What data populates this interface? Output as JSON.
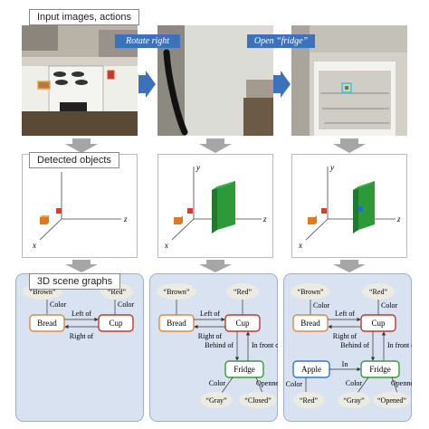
{
  "sections": {
    "input": "Input images, actions",
    "detected": "Detected objects",
    "scene": "3D scene graphs"
  },
  "actions": [
    "Rotate right",
    "Open “fridge”"
  ],
  "axes": {
    "x": "x",
    "y": "y",
    "z": "z"
  },
  "graphs": {
    "g1": {
      "brown": "“Brown”",
      "red": "“Red”",
      "bread": "Bread",
      "cup": "Cup",
      "color_l": "Color",
      "color_r": "Color",
      "left_of": "Left of",
      "right_of": "Right of"
    },
    "g2": {
      "brown": "“Brown”",
      "red": "“Red”",
      "bread": "Bread",
      "cup": "Cup",
      "fridge": "Fridge",
      "left_of": "Left of",
      "right_of": "Right of",
      "behind_of": "Behind of",
      "in_front_of": "In front of",
      "color": "Color",
      "openness": "Openness",
      "gray": "“Gray”",
      "closed": "“Closed”"
    },
    "g3": {
      "brown": "“Brown”",
      "red": "“Red”",
      "bread": "Bread",
      "cup": "Cup",
      "fridge": "Fridge",
      "apple": "Apple",
      "color_l": "Color",
      "color_r": "Color",
      "left_of": "Left of",
      "right_of": "Right of",
      "behind_of": "Behind of",
      "in_front_of": "In front of",
      "in": "In",
      "color_apple": "Color",
      "red2": "“Red”",
      "color_fridge": "Color",
      "openness": "Openness",
      "gray": "“Gray”",
      "opened": "“Opened”"
    }
  },
  "colors": {
    "panel_bg": "#d9e2f1",
    "arrow_blue": "#3b72b9",
    "arrow_gray": "#a6a6a6",
    "bread_border": "#d98a4a",
    "cup_border": "#c0392b",
    "fridge_border": "#3a9a3a",
    "apple_border": "#3477c7",
    "attr_bubble": "#ecebe2"
  }
}
